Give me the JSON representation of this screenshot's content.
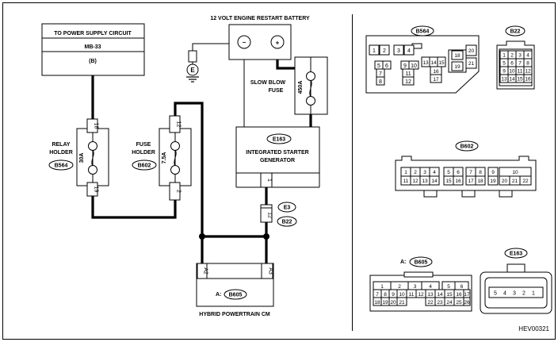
{
  "title": "12 VOLT ENGINE RESTART BATTERY",
  "power_supply": {
    "line1": "TO POWER SUPPLY CIRCUIT",
    "line2": "MB-33",
    "line3": "(B)"
  },
  "relay_holder": {
    "label1": "RELAY",
    "label2": "HOLDER",
    "connector": "B564",
    "fuse": "30A",
    "pin_top": "18",
    "pin_bottom": "19"
  },
  "fuse_holder": {
    "label1": "FUSE",
    "label2": "HOLDER",
    "connector": "B602",
    "fuse": "7.5A",
    "pin_top": "12",
    "pin_bottom": "2"
  },
  "battery": {
    "minus": "−",
    "plus": "+"
  },
  "ground": "E",
  "slow_blow": {
    "label1": "SLOW BLOW",
    "label2": "FUSE",
    "fuse": "450A"
  },
  "isg": {
    "connector": "E163",
    "line1": "INTEGRATED STARTER",
    "line2": "GENERATOR",
    "pin": "1"
  },
  "joint": {
    "pin": "12",
    "conn_a": "E3",
    "conn_b": "B22"
  },
  "hpcm": {
    "label": "HYBRID POWERTRAIN CM",
    "prefix": "A:",
    "connector": "B605",
    "pin_a2": "A2",
    "pin_a3": "A3"
  },
  "conn_b564": {
    "name": "B564",
    "pins_row1": [
      "1",
      "2",
      "3",
      "4"
    ],
    "pins_col_a": [
      "5",
      "7",
      "8"
    ],
    "pin_6": "6",
    "pins_col_b": [
      "9",
      "10",
      "11",
      "12"
    ],
    "pins_mid": [
      "13",
      "14",
      "15",
      "16",
      "17"
    ],
    "pins_right": [
      "18",
      "19",
      "20",
      "21"
    ]
  },
  "conn_b22": {
    "name": "B22",
    "pins": [
      "1",
      "2",
      "3",
      "4",
      "5",
      "6",
      "7",
      "8",
      "9",
      "10",
      "11",
      "12",
      "13",
      "14",
      "15",
      "16"
    ]
  },
  "conn_b602": {
    "name": "B602",
    "row1": [
      "1",
      "2",
      "3",
      "4",
      "5",
      "6",
      "7",
      "8",
      "9",
      "10"
    ],
    "row2": [
      "11",
      "12",
      "13",
      "14",
      "15",
      "16",
      "17",
      "18",
      "19",
      "20",
      "21",
      "22"
    ]
  },
  "conn_b605": {
    "prefix": "A:",
    "name": "B605",
    "row1": [
      "1",
      "2",
      "3",
      "4",
      "5",
      "6"
    ],
    "row2": [
      "7",
      "8",
      "9",
      "10",
      "11",
      "12",
      "13",
      "14",
      "15",
      "16",
      "17"
    ],
    "row3": [
      "18",
      "19",
      "20",
      "21",
      "22",
      "23",
      "24",
      "25",
      "26"
    ]
  },
  "conn_e163": {
    "name": "E163",
    "pins": [
      "5",
      "4",
      "3",
      "2",
      "1"
    ]
  },
  "code": "HEV00321"
}
